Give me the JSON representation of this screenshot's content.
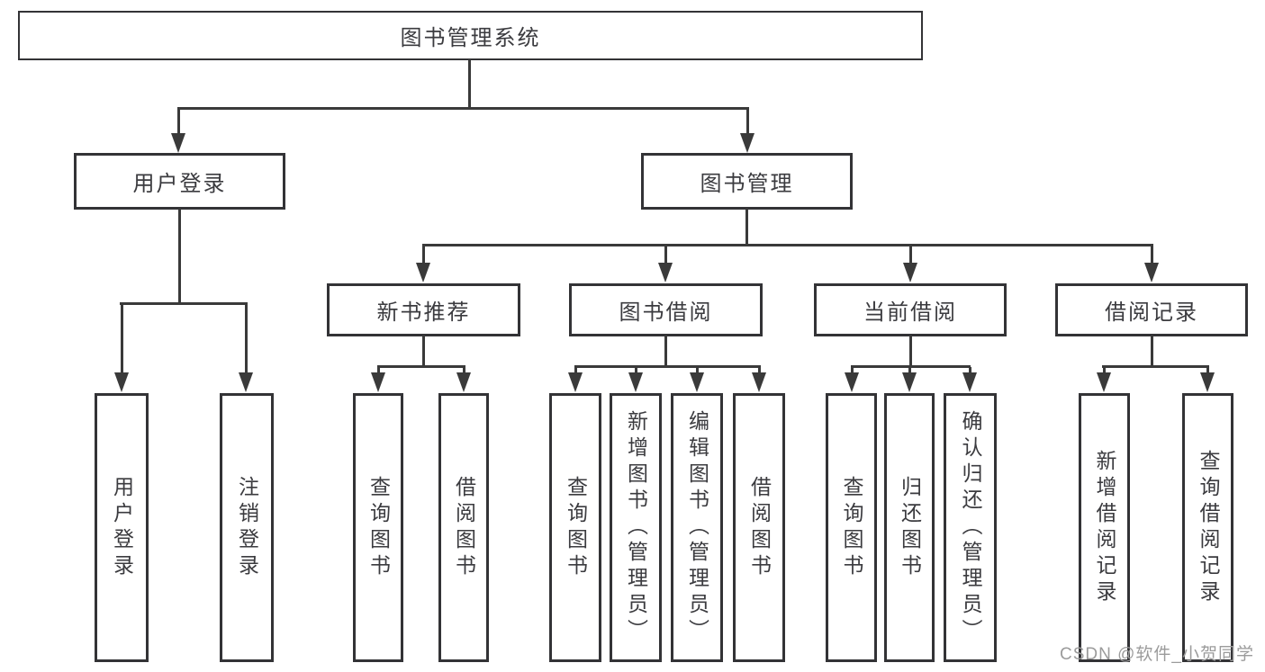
{
  "title": "图书管理系统",
  "watermark": "CSDN @软件_小贺同学",
  "colors": {
    "line": "#3a3a3a",
    "box_border": "#333336",
    "box_fill": "#ffffff",
    "text": "#3b3b3f",
    "watermark": "#9b9b9b",
    "background": "#ffffff"
  },
  "chart_data": {
    "type": "table",
    "note": "hierarchy tree of system functions"
  },
  "tree": {
    "root": {
      "label": "图书管理系统"
    },
    "branches": [
      {
        "label": "用户登录",
        "children": [
          {
            "label": "用户登录"
          },
          {
            "label": "注销登录"
          }
        ]
      },
      {
        "label": "图书管理",
        "children": [
          {
            "label": "新书推荐",
            "children": [
              {
                "label": "查询图书"
              },
              {
                "label": "借阅图书"
              }
            ]
          },
          {
            "label": "图书借阅",
            "children": [
              {
                "label": "查询图书"
              },
              {
                "label": "新增图书（管理员）"
              },
              {
                "label": "编辑图书（管理员）"
              },
              {
                "label": "借阅图书"
              }
            ]
          },
          {
            "label": "当前借阅",
            "children": [
              {
                "label": "查询图书"
              },
              {
                "label": "归还图书"
              },
              {
                "label": "确认归还（管理员）"
              }
            ]
          },
          {
            "label": "借阅记录",
            "children": [
              {
                "label": "新增借阅记录"
              },
              {
                "label": "查询借阅记录"
              }
            ]
          }
        ]
      }
    ]
  }
}
